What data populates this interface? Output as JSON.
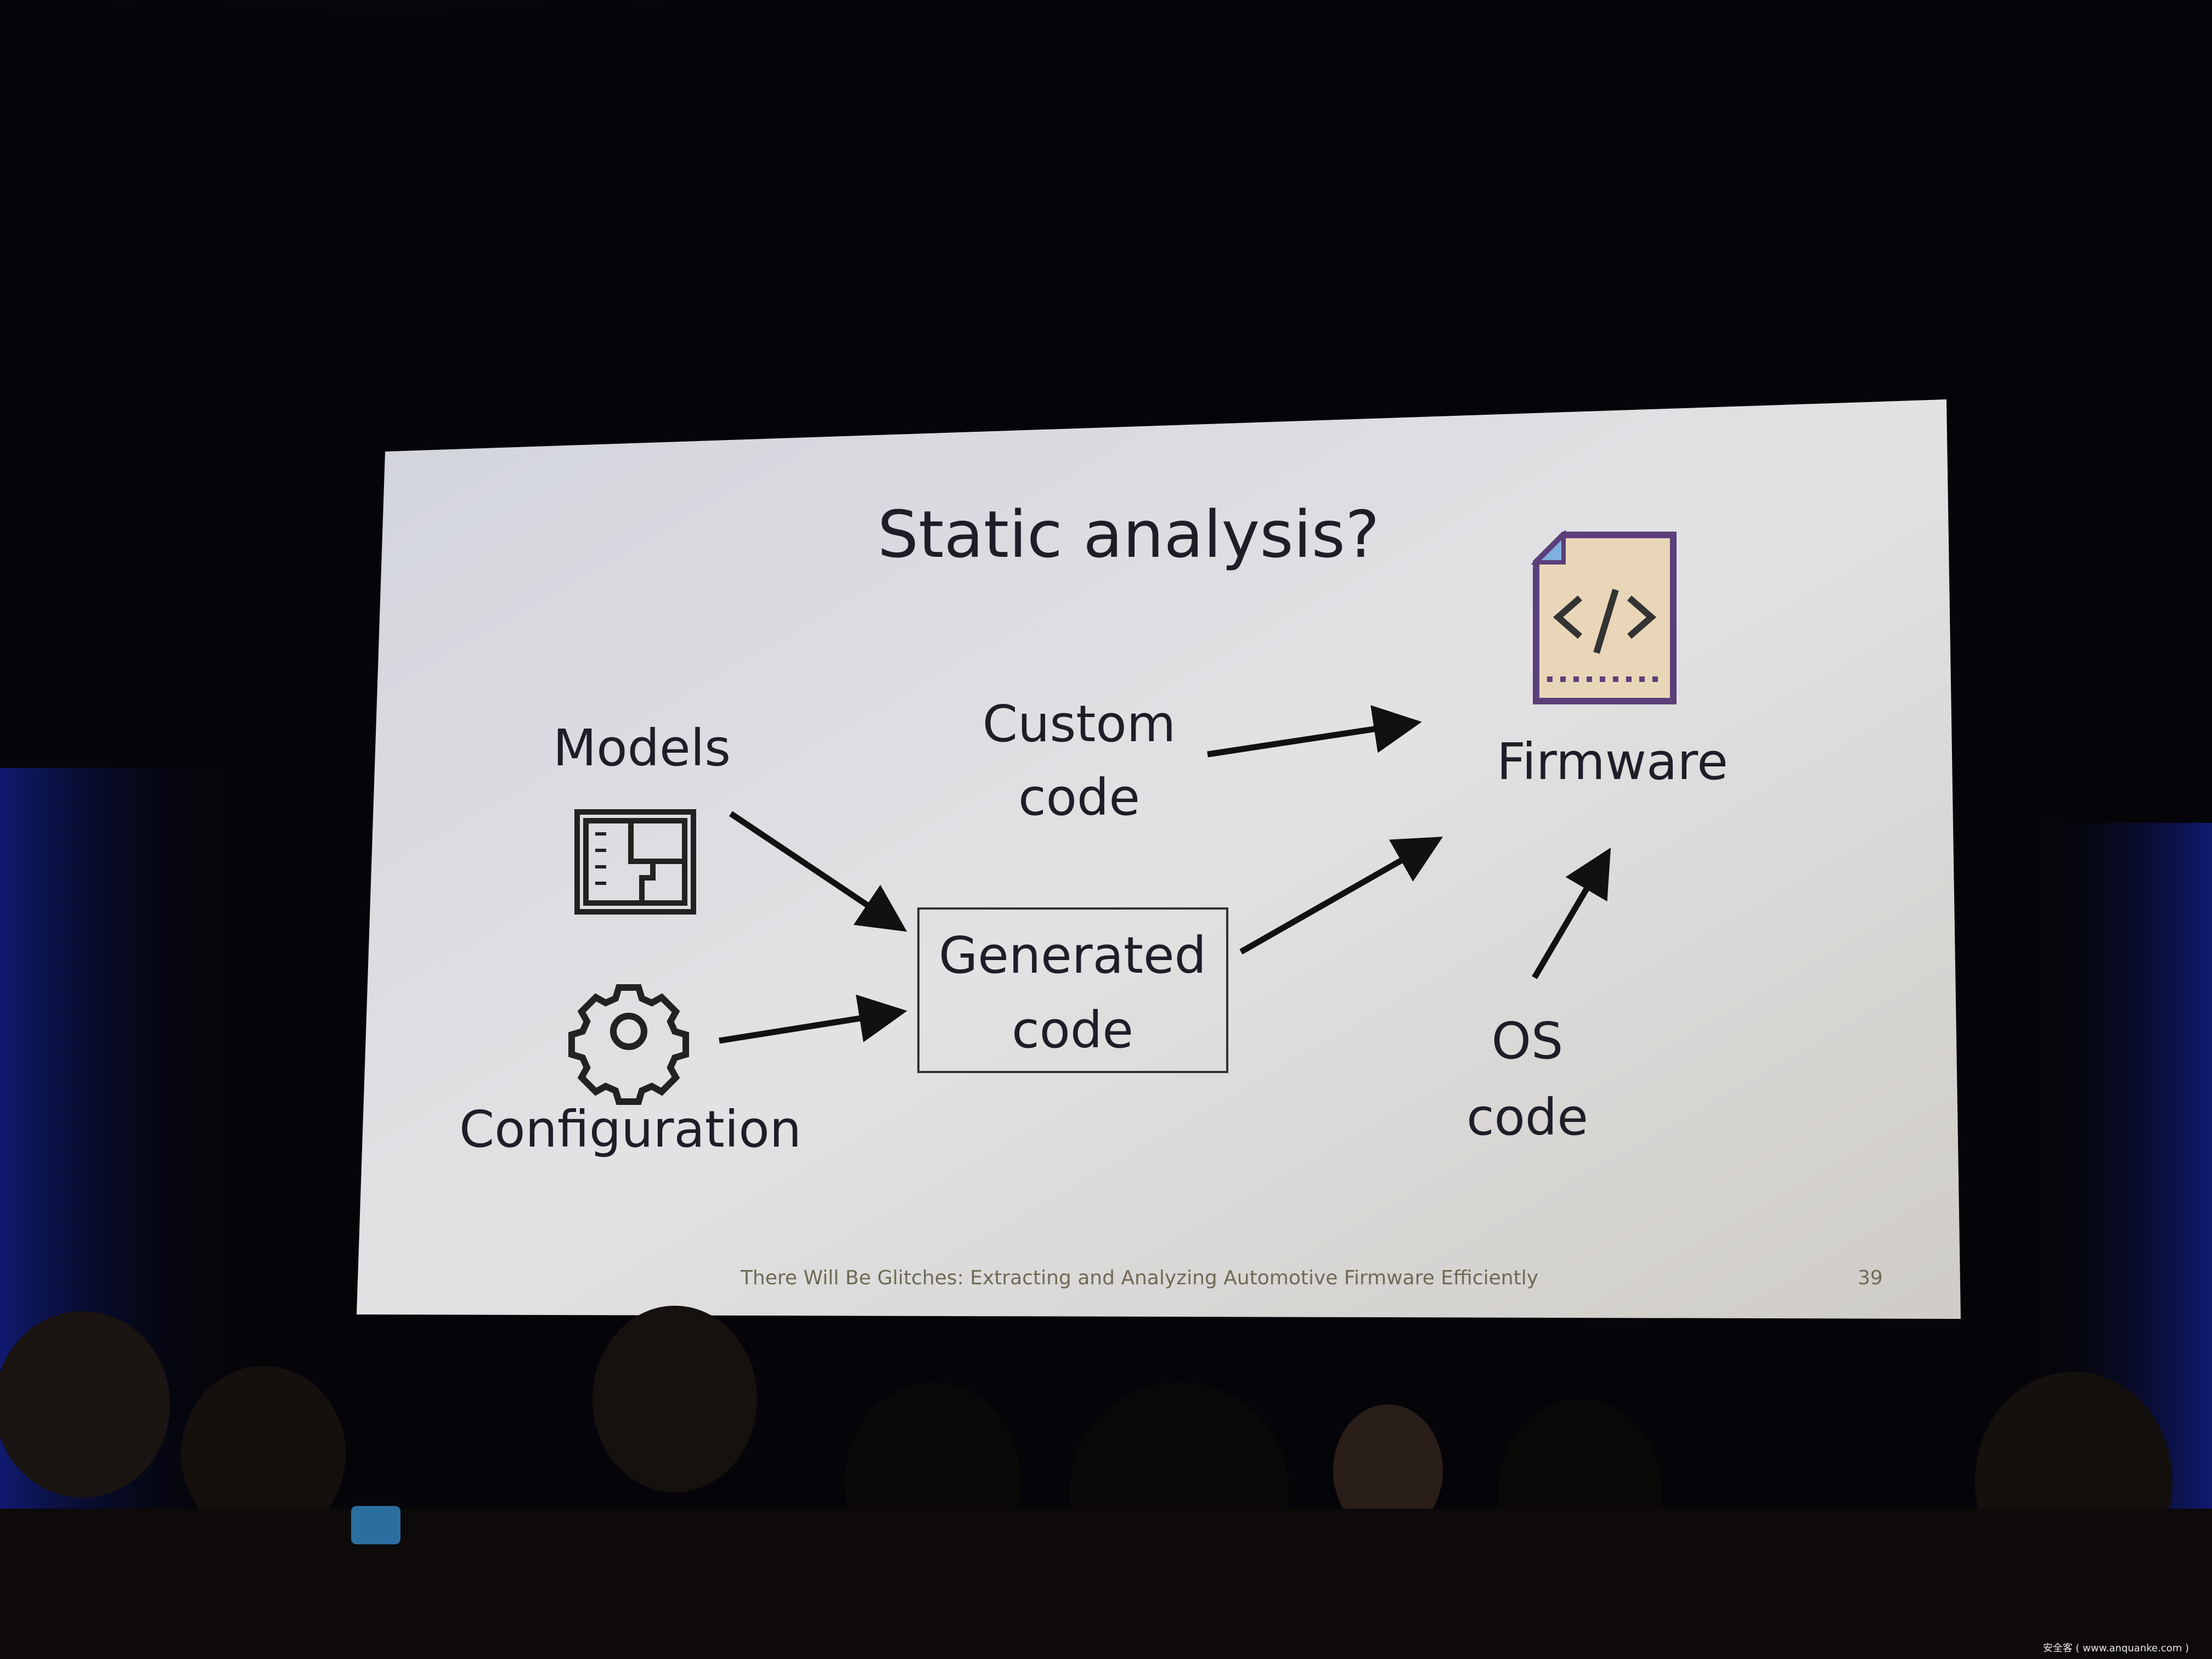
{
  "slide": {
    "title": "Static analysis?",
    "nodes": {
      "models": "Models",
      "configuration": "Configuration",
      "custom_code": [
        "Custom",
        "code"
      ],
      "generated_code": [
        "Generated",
        "code"
      ],
      "firmware": "Firmware",
      "os_code": [
        "OS",
        "code"
      ]
    },
    "footer": "There Will Be Glitches: Extracting and Analyzing Automotive Firmware Efficiently",
    "page_number": "39"
  },
  "watermark": "安全客 ( www.anquanke.com )",
  "colors": {
    "slide_bg": "#d8d8da",
    "text": "#1e1e28",
    "firmware_icon_border": "#5a3f7a",
    "firmware_icon_fill": "#e9d6b8",
    "firmware_icon_corner": "#7fb0e0",
    "room_dark": "#050509",
    "curtain_blue": "#1a2a8a"
  }
}
